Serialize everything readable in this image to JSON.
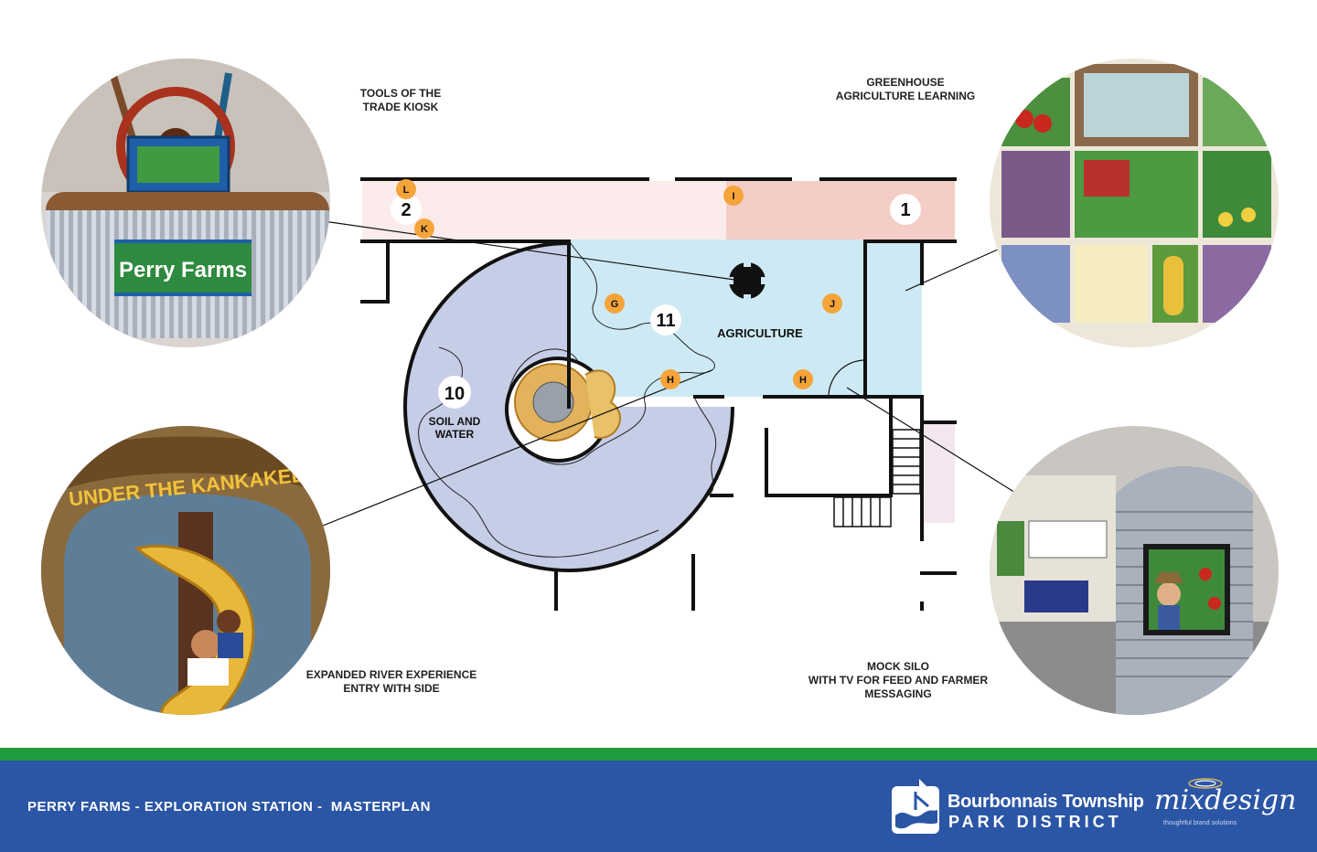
{
  "callouts": {
    "tools_kiosk": [
      "TOOLS OF THE",
      "TRADE KIOSK"
    ],
    "greenhouse": [
      "GREENHOUSE",
      "AGRICULTURE LEARNING"
    ],
    "river": [
      "EXPANDED RIVER EXPERIENCE",
      "ENTRY WITH SIDE"
    ],
    "silo": [
      "MOCK SILO",
      "WITH TV FOR FEED AND FARMER",
      "MESSAGING"
    ]
  },
  "zones": {
    "agriculture": "AGRICULTURE",
    "soil_water": [
      "SOIL AND",
      "WATER"
    ]
  },
  "zone_numbers": {
    "n1": "1",
    "n2": "2",
    "n10": "10",
    "n11": "11"
  },
  "markers": {
    "L": "L",
    "K": "K",
    "I": "I",
    "G": "G",
    "J": "J",
    "H1": "H",
    "H2": "H"
  },
  "illustrations": {
    "kiosk_sign": "Perry Farms",
    "kankakee_sign": "UNDER THE KANKAKEE"
  },
  "footer": {
    "title": "PERRY FARMS - EXPLORATION STATION -  MASTERPLAN",
    "org_line1": "Bourbonnais Township",
    "org_line2": "PARK DISTRICT",
    "designer": "mixdesign",
    "designer_tag": "thoughtful brand solutions"
  },
  "colors": {
    "agriculture_zone": "#cdeaf4",
    "soil_zone": "#c6cde6",
    "corridor_light": "#fbeceb",
    "corridor_dark": "#f3cdc6",
    "marker": "#f5a43a",
    "footer_blue": "#2b55a5",
    "footer_green": "#1f9a3c"
  },
  "icons": [
    "silo-icon",
    "park-district-logo-icon",
    "mixdesign-swirl-icon"
  ]
}
